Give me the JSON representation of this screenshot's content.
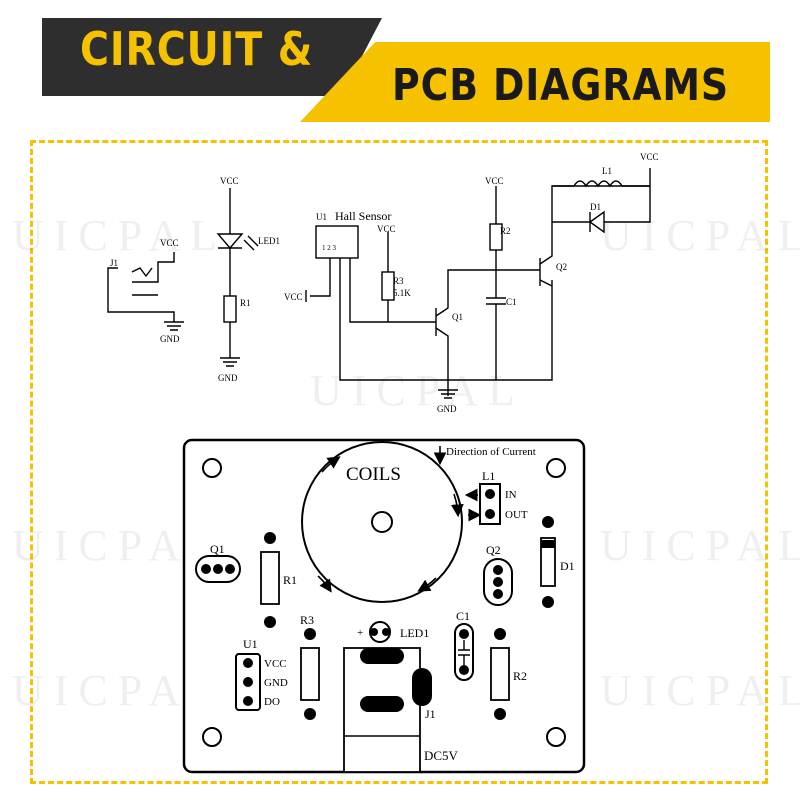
{
  "banner": {
    "line1": "CIRCUIT &",
    "line2": "PCB DIAGRAMS",
    "accent": "#f6c200",
    "dark": "#2e2e2e"
  },
  "watermark": "UICPAL",
  "schematic": {
    "vcc": "VCC",
    "gnd": "GND",
    "j1": "J1",
    "led1": "LED1",
    "r1": "R1",
    "u1": "U1",
    "hall": "Hall Sensor",
    "pins": "1 2 3",
    "r3": "R3",
    "r3_val": "5.1K",
    "q1": "Q1",
    "r2": "R2",
    "c1": "C1",
    "q2": "Q2",
    "l1": "L1",
    "d1": "D1"
  },
  "pcb": {
    "direction": "Direction of Current",
    "coils": "COILS",
    "l1": "L1",
    "l1_in": "IN",
    "l1_out": "OUT",
    "q1": "Q1",
    "r1": "R1",
    "q2": "Q2",
    "d1": "D1",
    "r3": "R3",
    "led1": "LED1",
    "c1": "C1",
    "r2": "R2",
    "u1": "U1",
    "u1_vcc": "VCC",
    "u1_gnd": "GND",
    "u1_do": "DO",
    "j1": "J1",
    "dc5v": "DC5V"
  }
}
